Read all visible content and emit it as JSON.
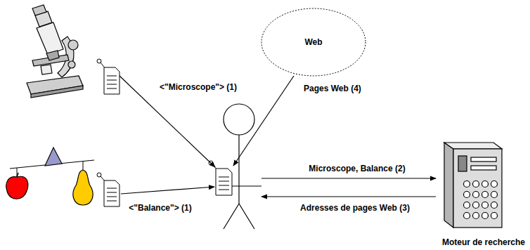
{
  "diagram": {
    "nodes": [
      {
        "text": [
          "Web"
        ]
      },
      {
        "text": [
          "Moteur de recherche"
        ]
      }
    ],
    "labels": [
      "<\"Microscope\"> (1)",
      "Pages Web (4)",
      "<\"Balance\"> (1)",
      "Microscope, Balance (2)",
      "Adresses de pages Web (3)"
    ]
  }
}
